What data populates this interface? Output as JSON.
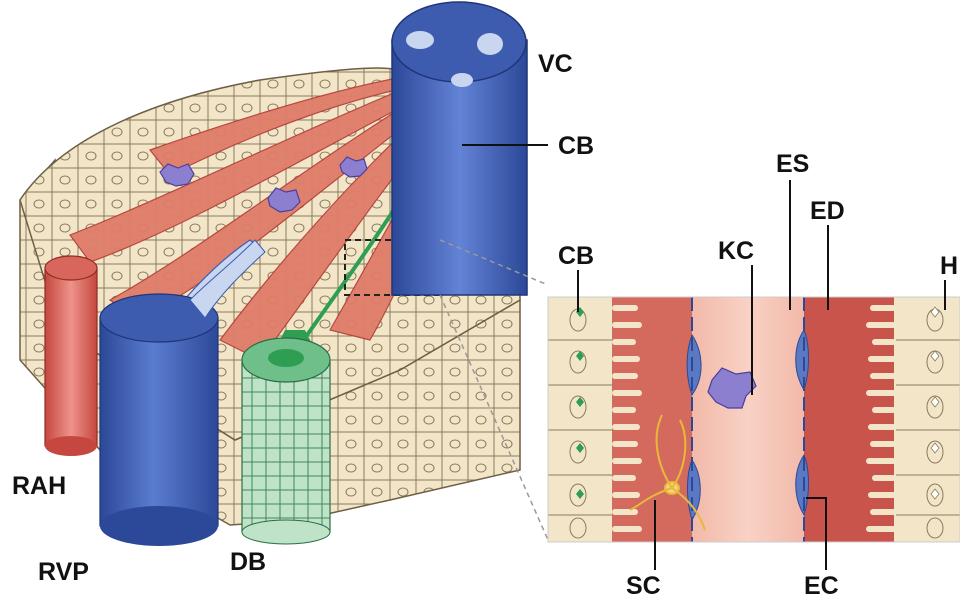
{
  "labels": {
    "vc": "VC",
    "cb_top": "CB",
    "es": "ES",
    "ed": "ED",
    "kc": "KC",
    "cb_detail": "CB",
    "h": "H",
    "rah": "RAH",
    "rvp": "RVP",
    "db": "DB",
    "sc": "SC",
    "ec": "EC"
  },
  "colors": {
    "hepatocyte": "#f3e6c8",
    "cell_outline": "#8a7a5c",
    "sinusoid": "#e07c6a",
    "sinusoid_dark": "#b5403a",
    "portal_vein": "#3d5cb0",
    "vein_light": "#c9d6f0",
    "artery": "#d9665c",
    "bile_duct": "#6fbf8a",
    "bile_canaliculus": "#2e9e52",
    "kupffer": "#8c7fd0",
    "stellate": "#e8c04a",
    "endothelial": "#5b79c2"
  }
}
